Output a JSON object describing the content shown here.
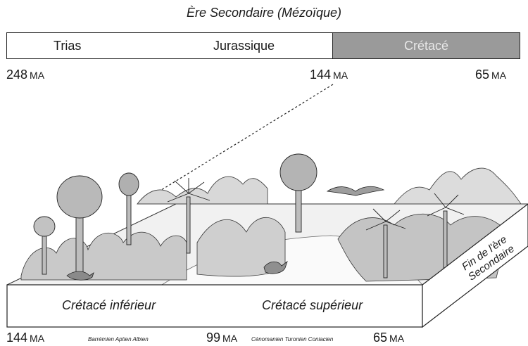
{
  "title": "Ère Secondaire (Mézoïque)",
  "periods": {
    "trias": "Trias",
    "jurassique": "Jurassique",
    "cretace": "Crétacé"
  },
  "top_ticks": {
    "t248": "248",
    "t144": "144",
    "t65": "65",
    "unit": "MA"
  },
  "block": {
    "lower_label": "Crétacé inférieur",
    "upper_label": "Crétacé supérieur",
    "side_label_line1": "Fin de l'ère",
    "side_label_line2": "Secondaire"
  },
  "bottom_ticks": {
    "t144": "144",
    "t99": "99",
    "t65": "65",
    "unit": "MA",
    "lower_stages": "Barrémien Aptien Albien",
    "upper_stages": "Cénomanien Turonien Coniacien"
  },
  "colors": {
    "cretace_fill": "#9a9a9a",
    "ink": "#1a1a1a"
  }
}
